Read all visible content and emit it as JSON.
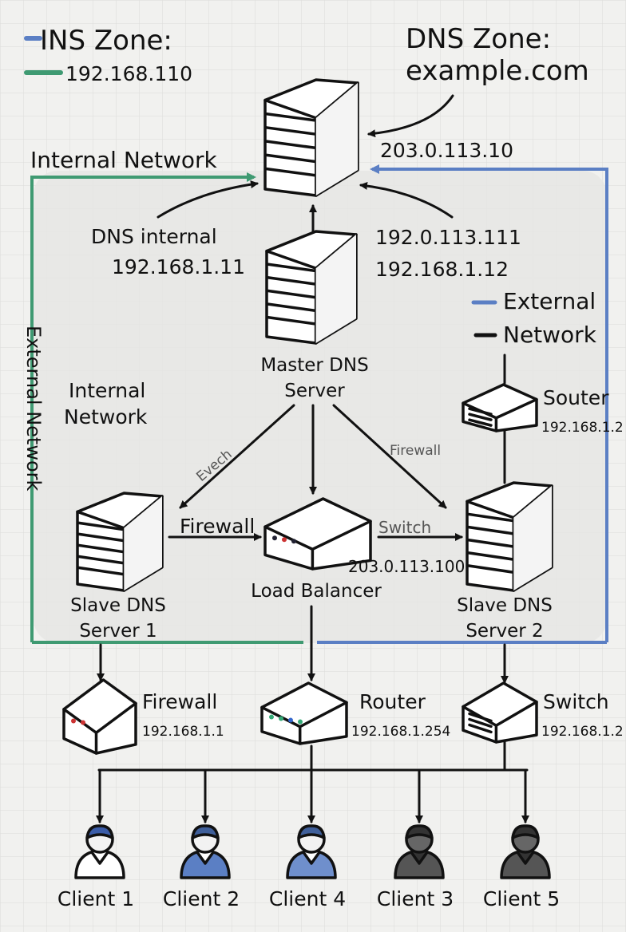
{
  "legend": {
    "title": "INS Zone:",
    "green_label": "192.168.110",
    "external": "External",
    "network": "Network",
    "colors": {
      "internal": "#3f9a72",
      "external": "#5b7fc4"
    }
  },
  "zone": {
    "title": "DNS Zone:",
    "domain": "example.com"
  },
  "top_server": {
    "ip": "203.0.113.10"
  },
  "internal_network_top": "Internal Network",
  "external_network_side": "External Network",
  "internal_network_mid": [
    "Internal",
    "Network"
  ],
  "dns_internal": {
    "label": "DNS internal",
    "ip": "192.168.1.11"
  },
  "master_ips": [
    "192.0.113.111",
    "192.168.1.12"
  ],
  "master": {
    "line1": "Master DNS",
    "line2": "Server"
  },
  "souter": {
    "name": "Souter",
    "ip": "192.168.1.2"
  },
  "edges": {
    "left": "Evech",
    "right": "Firewall",
    "firewall": "Firewall",
    "switch": "Switch"
  },
  "slave1": {
    "line1": "Slave DNS",
    "line2": "Server 1"
  },
  "slave2": {
    "line1": "Slave DNS",
    "line2": "Server 2"
  },
  "load_balancer": {
    "name": "Load Balancer",
    "ip": "203.0.113.100"
  },
  "devices": [
    {
      "name": "Firewall",
      "ip": "192.168.1.1"
    },
    {
      "name": "Router",
      "ip": "192.168.1.254"
    },
    {
      "name": "Switch",
      "ip": "192.168.1.2"
    }
  ],
  "clients": [
    {
      "label": "Client 1",
      "color": "#ffffff"
    },
    {
      "label": "Client 2",
      "color": "#5b7fc4"
    },
    {
      "label": "Client 4",
      "color": "#6f8fcc"
    },
    {
      "label": "Client 3",
      "color": "#555555"
    },
    {
      "label": "Client 5",
      "color": "#555555"
    }
  ]
}
